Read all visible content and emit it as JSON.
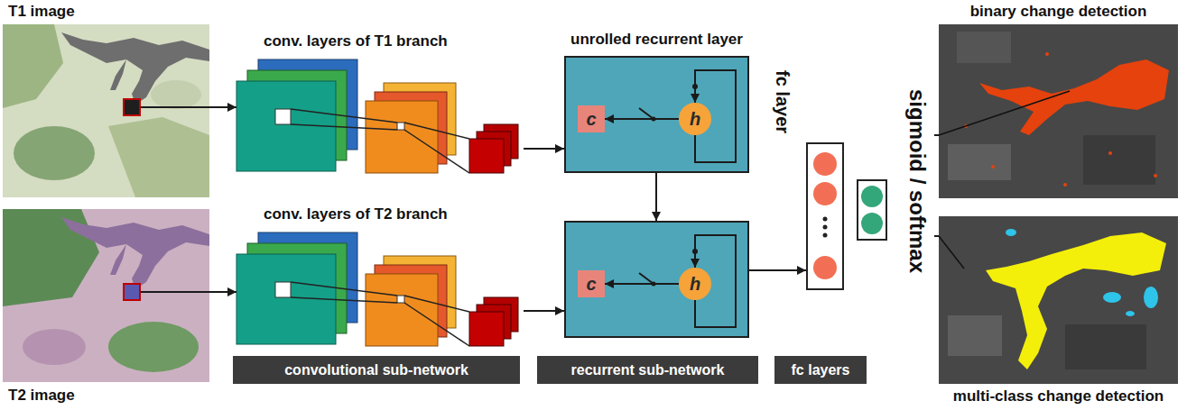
{
  "diagram": {
    "nodes": [
      {
        "text": [
          "T1 image"
        ]
      },
      {
        "text": [
          "conv. layers of T1 branch"
        ]
      },
      {
        "text": [
          "unrolled recurrent layer"
        ]
      },
      {
        "text": [
          "c"
        ],
        "in": 2
      },
      {
        "text": [
          "h"
        ],
        "in": 2
      },
      {
        "text": [
          "T2 image"
        ]
      },
      {
        "text": [
          "conv. layers of T2 branch"
        ]
      },
      {
        "text": []
      },
      {
        "text": [
          "c"
        ],
        "in": 7
      },
      {
        "text": [
          "h"
        ],
        "in": 7
      },
      {
        "text": [
          "fc layer"
        ]
      },
      {
        "text": [
          "sigmoid / softmax"
        ]
      },
      {
        "text": [
          "binary change detection"
        ]
      },
      {
        "text": [
          "multi-class change detection"
        ]
      },
      {
        "text": [
          "convolutional sub-network"
        ]
      },
      {
        "text": [
          "recurrent sub-network"
        ]
      },
      {
        "text": [
          "fc layers"
        ]
      }
    ],
    "edges": [
      {
        "from": 0,
        "to": 1,
        "arrow": "to"
      },
      {
        "from": 5,
        "to": 6,
        "arrow": "to"
      },
      {
        "from": 1,
        "to": 2,
        "arrow": "to"
      },
      {
        "from": 6,
        "to": 7,
        "arrow": "to"
      },
      {
        "from": 2,
        "to": 7,
        "arrow": "to"
      },
      {
        "from": 7,
        "to": 10,
        "arrow": "to"
      },
      {
        "from": 4,
        "to": 3,
        "arrow": "to"
      },
      {
        "from": 9,
        "to": 8,
        "arrow": "to"
      },
      {
        "from": 11,
        "to": 12,
        "arrow": "none"
      },
      {
        "from": 11,
        "to": 13,
        "arrow": "none"
      }
    ]
  }
}
